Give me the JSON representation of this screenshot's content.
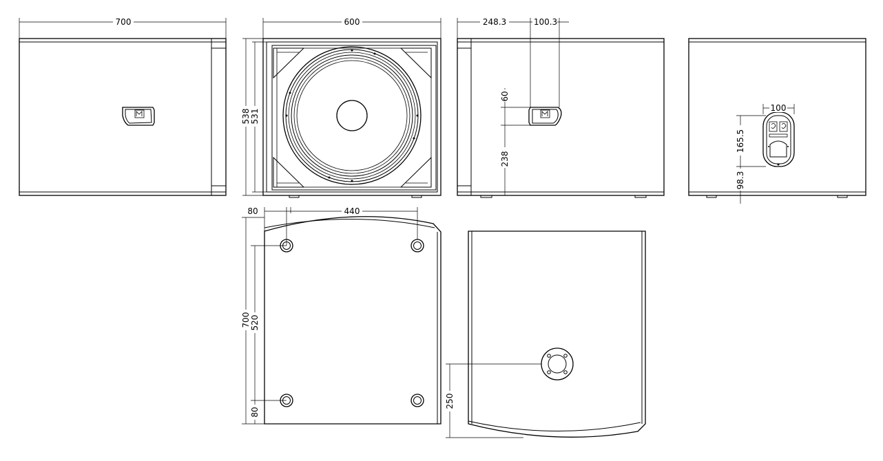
{
  "colors": {
    "line": "#000000",
    "background": "#ffffff"
  },
  "views": {
    "side_left": {
      "name": "side-view-left"
    },
    "front": {
      "name": "front-view-with-woofer"
    },
    "side_right": {
      "name": "side-view-right"
    },
    "rear": {
      "name": "rear-view-with-connector"
    },
    "bottom": {
      "name": "bottom-view-with-feet"
    },
    "top": {
      "name": "top-view-with-pole-mount"
    }
  },
  "dimensions": {
    "side_left_width": "700",
    "front_width": "600",
    "front_height_outer": "538",
    "front_height_inner": "531",
    "handle_offset": "248.3",
    "handle_width": "100.3",
    "handle_height": "60",
    "handle_from_bottom": "238",
    "connector_width": "100",
    "connector_height": "165.5",
    "connector_from_bottom": "98.3",
    "feet_margin": "80",
    "feet_spacing": "440",
    "bottom_depth": "700",
    "feet_depth_spacing": "520",
    "feet_rear_margin": "80",
    "pole_mount_offset": "250"
  }
}
